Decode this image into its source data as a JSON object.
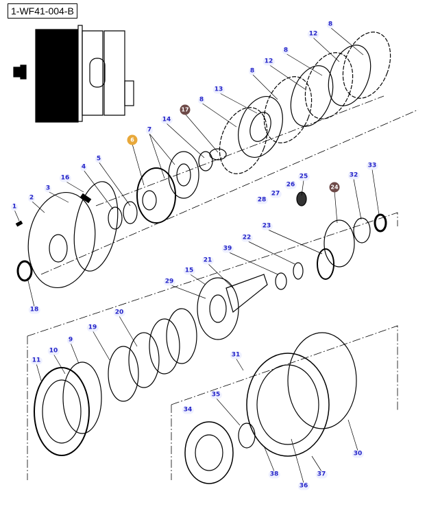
{
  "diagram_id": "1-WF41-004-B",
  "callouts": {
    "c8a": "8",
    "c12a": "12",
    "c8b": "8",
    "c12b": "12",
    "c8c": "8",
    "c13": "13",
    "c8d": "8",
    "c17": "17",
    "c14": "14",
    "c7": "7",
    "c6": "6",
    "c5": "5",
    "c4": "4",
    "c16": "16",
    "c3": "3",
    "c2": "2",
    "c1": "1",
    "c25": "25",
    "c24": "24",
    "c32": "32",
    "c33": "33",
    "c26": "26",
    "c27": "27",
    "c28": "28",
    "c23": "23",
    "c22": "22",
    "c39": "39",
    "c21": "21",
    "c15": "15",
    "c29": "29",
    "c18": "18",
    "c20": "20",
    "c19": "19",
    "c9": "9",
    "c10": "10",
    "c11": "11",
    "c31": "31",
    "c35": "35",
    "c34": "34",
    "c30": "30",
    "c38": "38",
    "c37": "37",
    "c36": "36"
  },
  "colors": {
    "label_text": "#2323c8",
    "highlight_orange": "#e8a83a",
    "highlight_brown": "#6e4a48"
  }
}
